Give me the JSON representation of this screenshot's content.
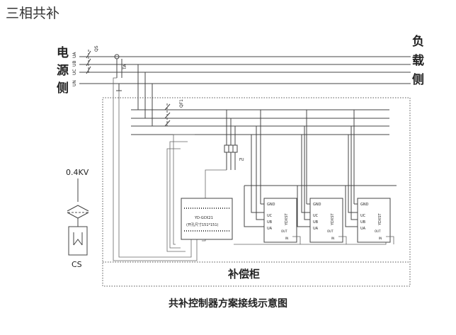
{
  "title": "三相共补",
  "caption": "共补控制器方案接线示意图",
  "source_side": [
    "电",
    "源",
    "侧"
  ],
  "load_side": [
    "负",
    "载",
    "侧"
  ],
  "phase_lines": [
    "UA",
    "UB",
    "UC",
    "UN"
  ],
  "labels": {
    "qs": "QS",
    "ta": "TA",
    "qf": "QF1",
    "fu": "FU",
    "voltage": "0.4KV",
    "cs": "CS",
    "cabinet": "补偿柜"
  },
  "controller": {
    "model": "YD-GCK21",
    "size": "(开孔尺寸151*151)"
  },
  "module": {
    "name": "YDXST",
    "pins": [
      "GND",
      "UC",
      "UB",
      "UA"
    ],
    "out": "OUT",
    "in": "IN"
  }
}
